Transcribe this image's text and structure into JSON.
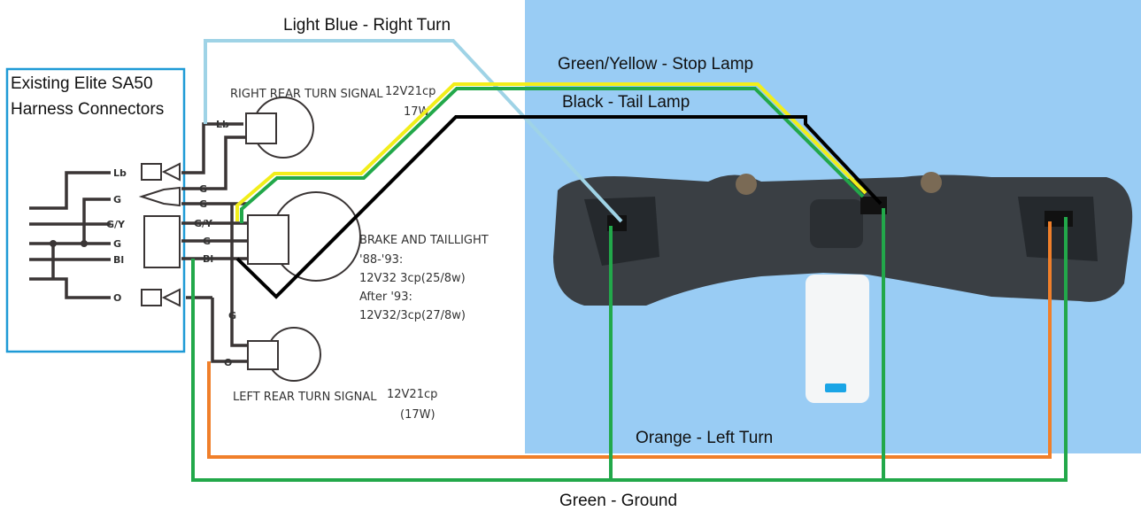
{
  "harness_box": {
    "line1": "Existing Elite SA50",
    "line2": "Harness Connectors"
  },
  "wire_labels": {
    "light_blue": "Light Blue - Right Turn",
    "green_yellow": "Green/Yellow - Stop Lamp",
    "black": "Black - Tail Lamp",
    "orange": "Orange - Left Turn",
    "green": "Green - Ground"
  },
  "schematic": {
    "right_signal": "RIGHT REAR TURN SIGNAL",
    "right_signal_spec": "12V21cp",
    "right_signal_watt": "17W",
    "brake_title": "BRAKE AND TAILLIGHT",
    "brake_l1": "'88-'93:",
    "brake_l2": "12V32 3cp(25/8w)",
    "brake_l3": "After '93:",
    "brake_l4": "12V32/3cp(27/8w)",
    "left_signal": "LEFT REAR TURN SIGNAL",
    "left_signal_spec": "12V21cp",
    "left_signal_watt": "(17W)",
    "pins_left": [
      "Lb",
      "G",
      "G/Y",
      "G",
      "Bl",
      "O"
    ],
    "pins_right": [
      "Lb",
      "G",
      "G",
      "G/Y",
      "G",
      "Bl",
      "G",
      "O"
    ]
  },
  "colors": {
    "light_blue": "#9fd3e6",
    "green": "#22a84a",
    "yellow": "#f2ee1a",
    "black": "#000000",
    "orange": "#f07f2a",
    "photo_bg": "#99ccf4",
    "box": "#1e9ad6"
  }
}
